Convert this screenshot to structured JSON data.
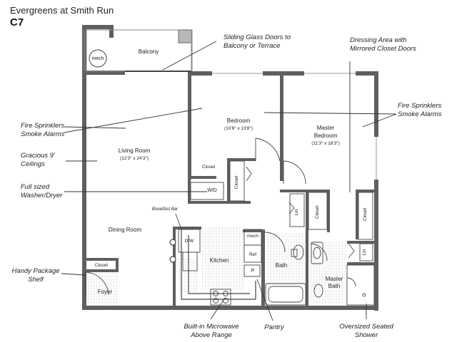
{
  "header": {
    "title": "Evergreens at Smith Run",
    "unit_code": "C7"
  },
  "rooms": {
    "balcony": "Balcony",
    "mech_balcony": "mech",
    "living_name": "Living Room",
    "living_dims": "(12'3\" x 24'3\")",
    "dining": "Dining Room",
    "bedroom_name": "Bedroom",
    "bedroom_dims": "(10'6\" x 13'8\")",
    "master_name_1": "Master",
    "master_name_2": "Bedroom",
    "master_dims": "(11'3\" x 18'3\")",
    "closet_bed": "Closet",
    "closet_vert": "Closet",
    "wd": "W/D",
    "breakfast_bar": "Breakfast Bar",
    "dw": "D/W",
    "kitchen": "Kitchen",
    "mech_kitchen": "mech",
    "ref": "Ref",
    "pantry_p": "P",
    "closet_foyer": "Closet",
    "foyer": "Foyer",
    "bath": "Bath",
    "master_bath_1": "Master",
    "master_bath_2": "Bath",
    "lin_1": "Lin",
    "closet_hall": "Closet",
    "closet_master": "Closet",
    "lin_2": "Lin"
  },
  "annotations": {
    "sliding_doors_1": "Sliding Glass Doors to",
    "sliding_doors_2": "Balcony or Terrace",
    "dressing_1": "Dressing Area with",
    "dressing_2": "Mirrored Closet Doors",
    "fire_right_1": "Fire Sprinklers",
    "fire_right_2": "Smoke Alarms",
    "fire_left_1": "Fire Sprinklers",
    "fire_left_2": "Smoke Alarms",
    "ceilings_1": "Gracious 9'",
    "ceilings_2": "Ceilings",
    "washer_1": "Full sized",
    "washer_2": "Washer/Dryer",
    "package_1": "Handy Package",
    "package_2": "Shelf",
    "microwave_1": "Built-in Microwave",
    "microwave_2": "Above Range",
    "pantry": "Pantry",
    "shower_1": "Oversized Seated",
    "shower_2": "Shower"
  },
  "colors": {
    "wall": "#5f5f5f",
    "line": "#333333",
    "tile": "#c8c8c8"
  }
}
